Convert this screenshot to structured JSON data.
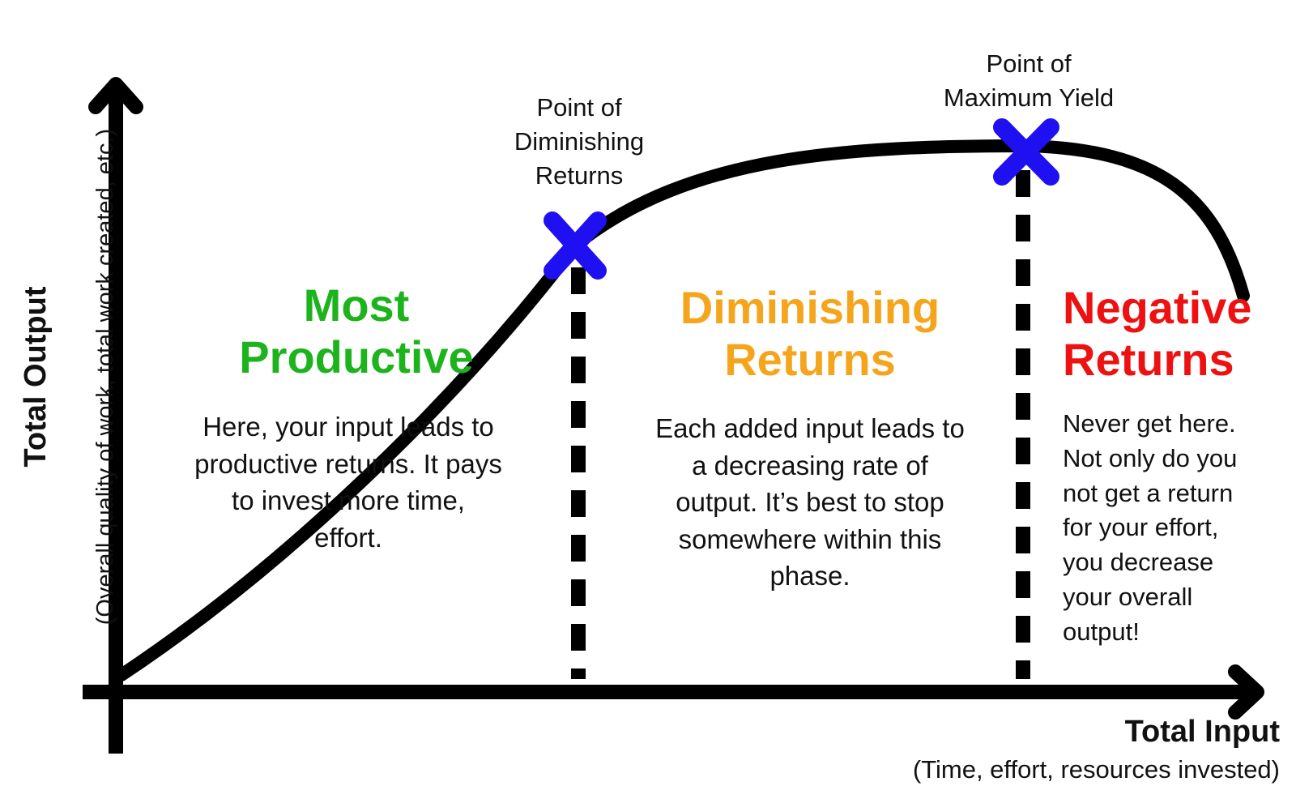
{
  "colors": {
    "curve": "#000000",
    "marker": "#1f10f2",
    "most_productive": "#1db31d",
    "diminishing": "#f5a51c",
    "negative": "#ee1111"
  },
  "icons": [
    "arrow-up-icon",
    "arrow-right-icon",
    "x-marker-icon"
  ],
  "markers": [
    {
      "label": "Point of\nDiminishing\nReturns"
    },
    {
      "label": "Point of\nMaximum Yield"
    }
  ],
  "zones": [
    {
      "title": "Most\nProductive",
      "description": "Here, your input leads to\nproductive returns. It pays\nto invest more time,\neffort."
    },
    {
      "title": "Diminishing\nReturns",
      "description": "Each added input leads to\na decreasing rate of\noutput. It’s best to stop\nsomewhere within this\nphase."
    },
    {
      "title": "Negative\nReturns",
      "description": "Never get here.\nNot only do you\nnot get a return\nfor your effort,\nyou decrease\nyour overall\noutput!"
    }
  ],
  "axes": {
    "x": {
      "title": "Total Input",
      "subtitle": "(Time, effort, resources invested)"
    },
    "y": {
      "title": "Total Output",
      "subtitle": "(Overall quality of work, total work created, etc.)"
    }
  }
}
